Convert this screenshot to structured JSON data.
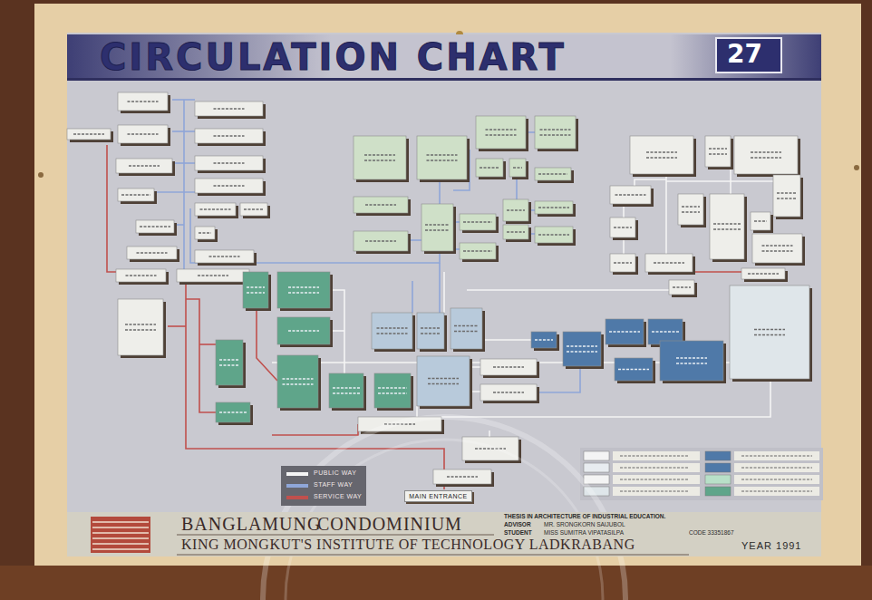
{
  "diagram": {
    "title": "CIRCULATION CHART",
    "nodes": [
      {
        "text": [
          "MAIN ENTRANCE"
        ]
      }
    ],
    "labels": [
      "27",
      "BANGLAMUNG",
      "CONDOMINIUM",
      "KING MONGKUT'S INSTITUTE OF TECHNOLOGY LADKRABANG",
      "THESIS IN ARCHITECTURE OF INDUSTRIAL EDUCATION.",
      "ADVISOR",
      "MR. SRONGKORN SAIJUBOL",
      "STUDENT",
      "MISS SUMITRA VIPATASILPA",
      "CODE 33351867",
      "YEAR 1991"
    ],
    "legend": [
      {
        "text": "PUBLIC WAY",
        "color": "#f4f4f4"
      },
      {
        "text": "STAFF WAY",
        "color": "#8fa6d8"
      },
      {
        "text": "SERVICE WAY",
        "color": "#c0504d"
      }
    ]
  }
}
